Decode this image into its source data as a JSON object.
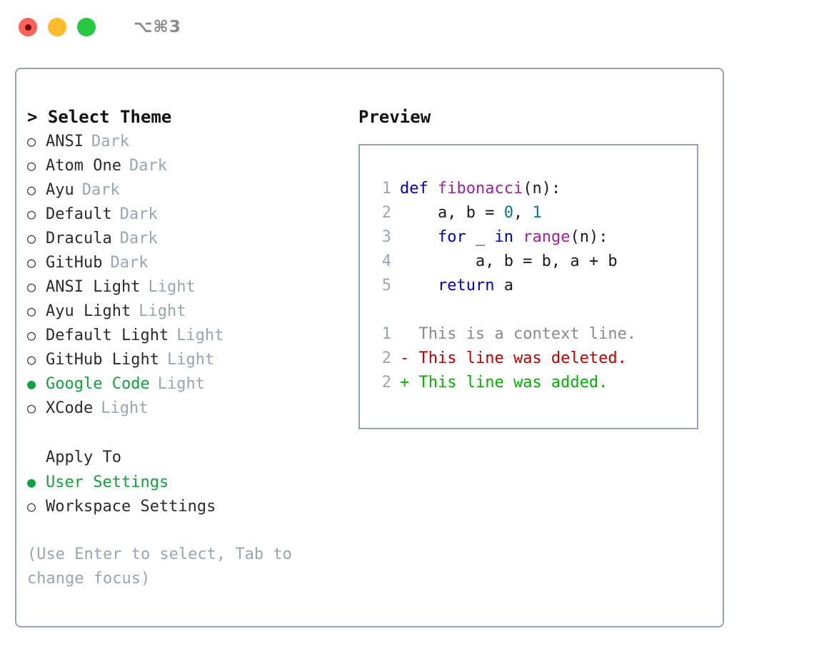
{
  "window": {
    "shortcut": "⌥⌘3",
    "traffic_lights": [
      {
        "name": "close",
        "color": "#ff6058",
        "recording": true
      },
      {
        "name": "minimize",
        "color": "#ffbd2e",
        "recording": false
      },
      {
        "name": "maximize",
        "color": "#28c840",
        "recording": false
      }
    ]
  },
  "colors": {
    "border": "#97a1b0",
    "accent_green": "#12a33f",
    "muted": "#9aa5b4",
    "text": "#2b2b2b",
    "keyword": "#0000c0",
    "function": "#a0229e",
    "number": "#008080",
    "diff_context": "#8a8a8a",
    "diff_deleted": "#c00000",
    "diff_added": "#00b300"
  },
  "theme_picker": {
    "prompt": ">",
    "header": "Select Theme",
    "header_line": "> Select Theme",
    "bullet_unselected": "○",
    "bullet_selected": "●",
    "options": [
      {
        "name": "ANSI",
        "category": "Dark",
        "selected": false
      },
      {
        "name": "Atom One",
        "category": "Dark",
        "selected": false
      },
      {
        "name": "Ayu",
        "category": "Dark",
        "selected": false
      },
      {
        "name": "Default",
        "category": "Dark",
        "selected": false
      },
      {
        "name": "Dracula",
        "category": "Dark",
        "selected": false
      },
      {
        "name": "GitHub",
        "category": "Dark",
        "selected": false
      },
      {
        "name": "ANSI Light",
        "category": "Light",
        "selected": false
      },
      {
        "name": "Ayu Light",
        "category": "Light",
        "selected": false
      },
      {
        "name": "Default Light",
        "category": "Light",
        "selected": false
      },
      {
        "name": "GitHub Light",
        "category": "Light",
        "selected": false
      },
      {
        "name": "Google Code",
        "category": "Light",
        "selected": true
      },
      {
        "name": "XCode",
        "category": "Light",
        "selected": false
      }
    ]
  },
  "apply_to": {
    "header": "Apply To",
    "options": [
      {
        "name": "User Settings",
        "selected": true
      },
      {
        "name": "Workspace Settings",
        "selected": false
      }
    ]
  },
  "hint": "(Use Enter to select, Tab to change focus)",
  "preview": {
    "title": "Preview",
    "code_lines": [
      {
        "number": "1",
        "tokens": [
          {
            "text": "def ",
            "type": "kw"
          },
          {
            "text": "fibonacci",
            "type": "fn"
          },
          {
            "text": "(n):",
            "type": "plain"
          }
        ]
      },
      {
        "number": "2",
        "tokens": [
          {
            "text": "    a, b = ",
            "type": "plain"
          },
          {
            "text": "0",
            "type": "num"
          },
          {
            "text": ", ",
            "type": "plain"
          },
          {
            "text": "1",
            "type": "num"
          }
        ]
      },
      {
        "number": "3",
        "tokens": [
          {
            "text": "    for",
            "type": "kw"
          },
          {
            "text": " _ ",
            "type": "plain"
          },
          {
            "text": "in ",
            "type": "kw"
          },
          {
            "text": "range",
            "type": "fn"
          },
          {
            "text": "(n):",
            "type": "plain"
          }
        ]
      },
      {
        "number": "4",
        "tokens": [
          {
            "text": "        a, b = b, a + b",
            "type": "plain"
          }
        ]
      },
      {
        "number": "5",
        "tokens": [
          {
            "text": "    return",
            "type": "kw"
          },
          {
            "text": " a",
            "type": "plain"
          }
        ]
      }
    ],
    "diff_lines": [
      {
        "number": "1",
        "marker": "  ",
        "text": "This is a context line.",
        "type": "ctx"
      },
      {
        "number": "2",
        "marker": "- ",
        "text": "This line was deleted.",
        "type": "del"
      },
      {
        "number": "2",
        "marker": "+ ",
        "text": "This line was added.",
        "type": "add"
      }
    ]
  }
}
